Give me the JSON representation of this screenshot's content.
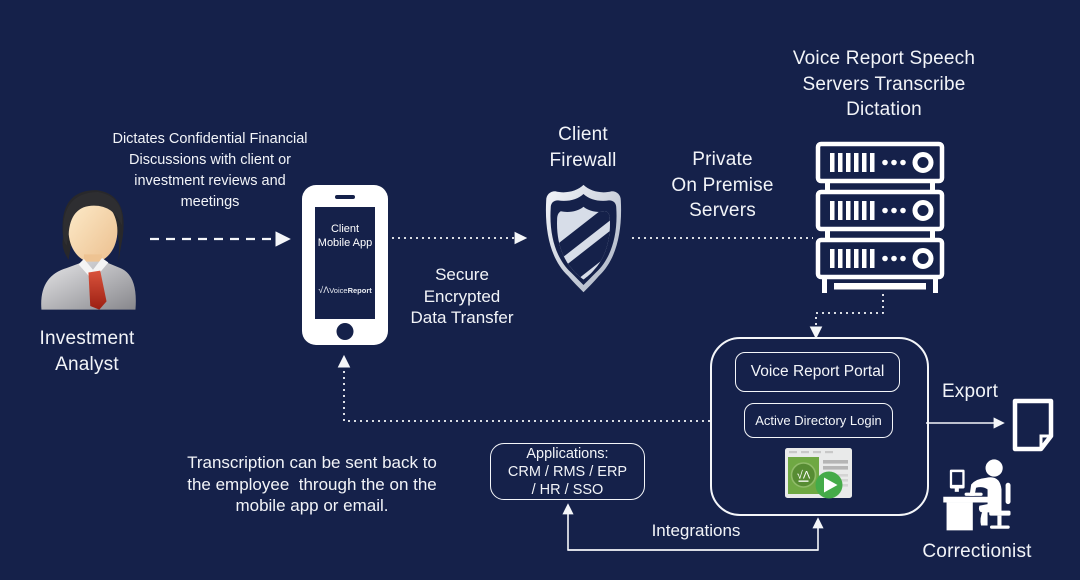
{
  "colors": {
    "background": "#15214a",
    "text": "#f2f4f8",
    "icon_white": "#ffffff",
    "logo_square_green": "#6fa843",
    "play_green": "#45ab49",
    "tie_red": "#b92d1a"
  },
  "analyst": {
    "note_lines": [
      "Dictates Confidential Financial",
      "Discussions with client or",
      "investment reviews and",
      "meetings"
    ],
    "label_lines": [
      "Investment",
      "Analyst"
    ]
  },
  "phone": {
    "screen_lines": [
      "Client",
      "Mobile App"
    ],
    "logo_mark": "√Ʌ",
    "logo_voice": "Voice",
    "logo_report": "Report"
  },
  "transfer_label_lines": [
    "Secure",
    "Encrypted",
    "Data Transfer"
  ],
  "firewall_label_lines": [
    "Client",
    "Firewall"
  ],
  "onpremise_label_lines": [
    "Private",
    "On Premise",
    "Servers"
  ],
  "speech_servers_label_lines": [
    "Voice Report Speech",
    "Servers Transcribe",
    "Dictation"
  ],
  "portal": {
    "portal_button_label": "Voice Report Portal",
    "ad_button_label": "Active Directory Login",
    "icon_logo_mark": "√Ʌ"
  },
  "export_label": "Export",
  "correctionist_label": "Correctionist",
  "transcription_note_lines": [
    "Transcription can be sent back to",
    "the employee  through the on the",
    "mobile app or email."
  ],
  "applications_lines": [
    "Applications:",
    "CRM / RMS / ERP",
    "/ HR / SSO"
  ],
  "integrations_label": "Integrations"
}
